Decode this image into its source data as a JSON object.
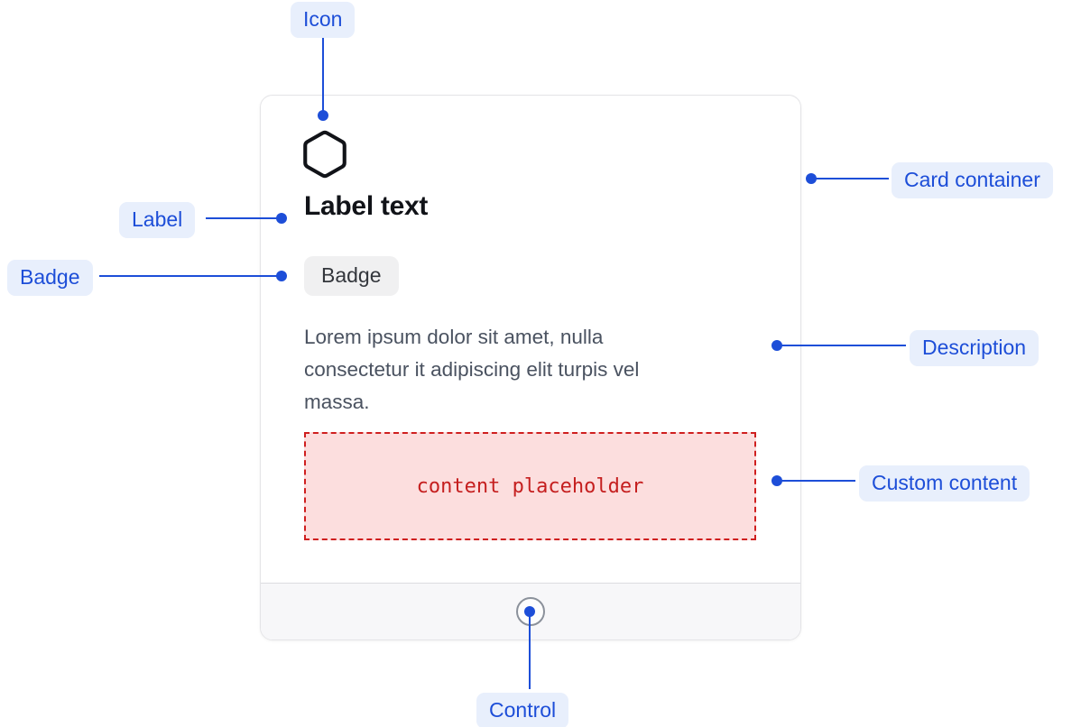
{
  "card": {
    "icon": "hexagon",
    "label": "Label text",
    "badge": "Badge",
    "description_lines": [
      "Lorem ipsum dolor sit amet, nulla",
      "consectetur it adipiscing elit turpis vel",
      "massa."
    ],
    "description": "Lorem ipsum dolor sit amet, nulla consectetur it adipiscing elit turpis vel massa.",
    "placeholder_text": "content placeholder"
  },
  "callouts": {
    "icon": "Icon",
    "label": "Label",
    "badge": "Badge",
    "card_container": "Card container",
    "description": "Description",
    "custom_content": "Custom content",
    "control": "Control"
  },
  "colors": {
    "accent_blue": "#1d4ed8",
    "callout_pill_bg": "#e8effc",
    "placeholder_border_red": "#cf1f1f",
    "placeholder_bg": "#fcdede",
    "placeholder_text_red": "#c51f1f",
    "card_border": "#e4e4e7",
    "footer_bg": "#f7f7f9",
    "badge_bg": "#f0f0f1"
  }
}
